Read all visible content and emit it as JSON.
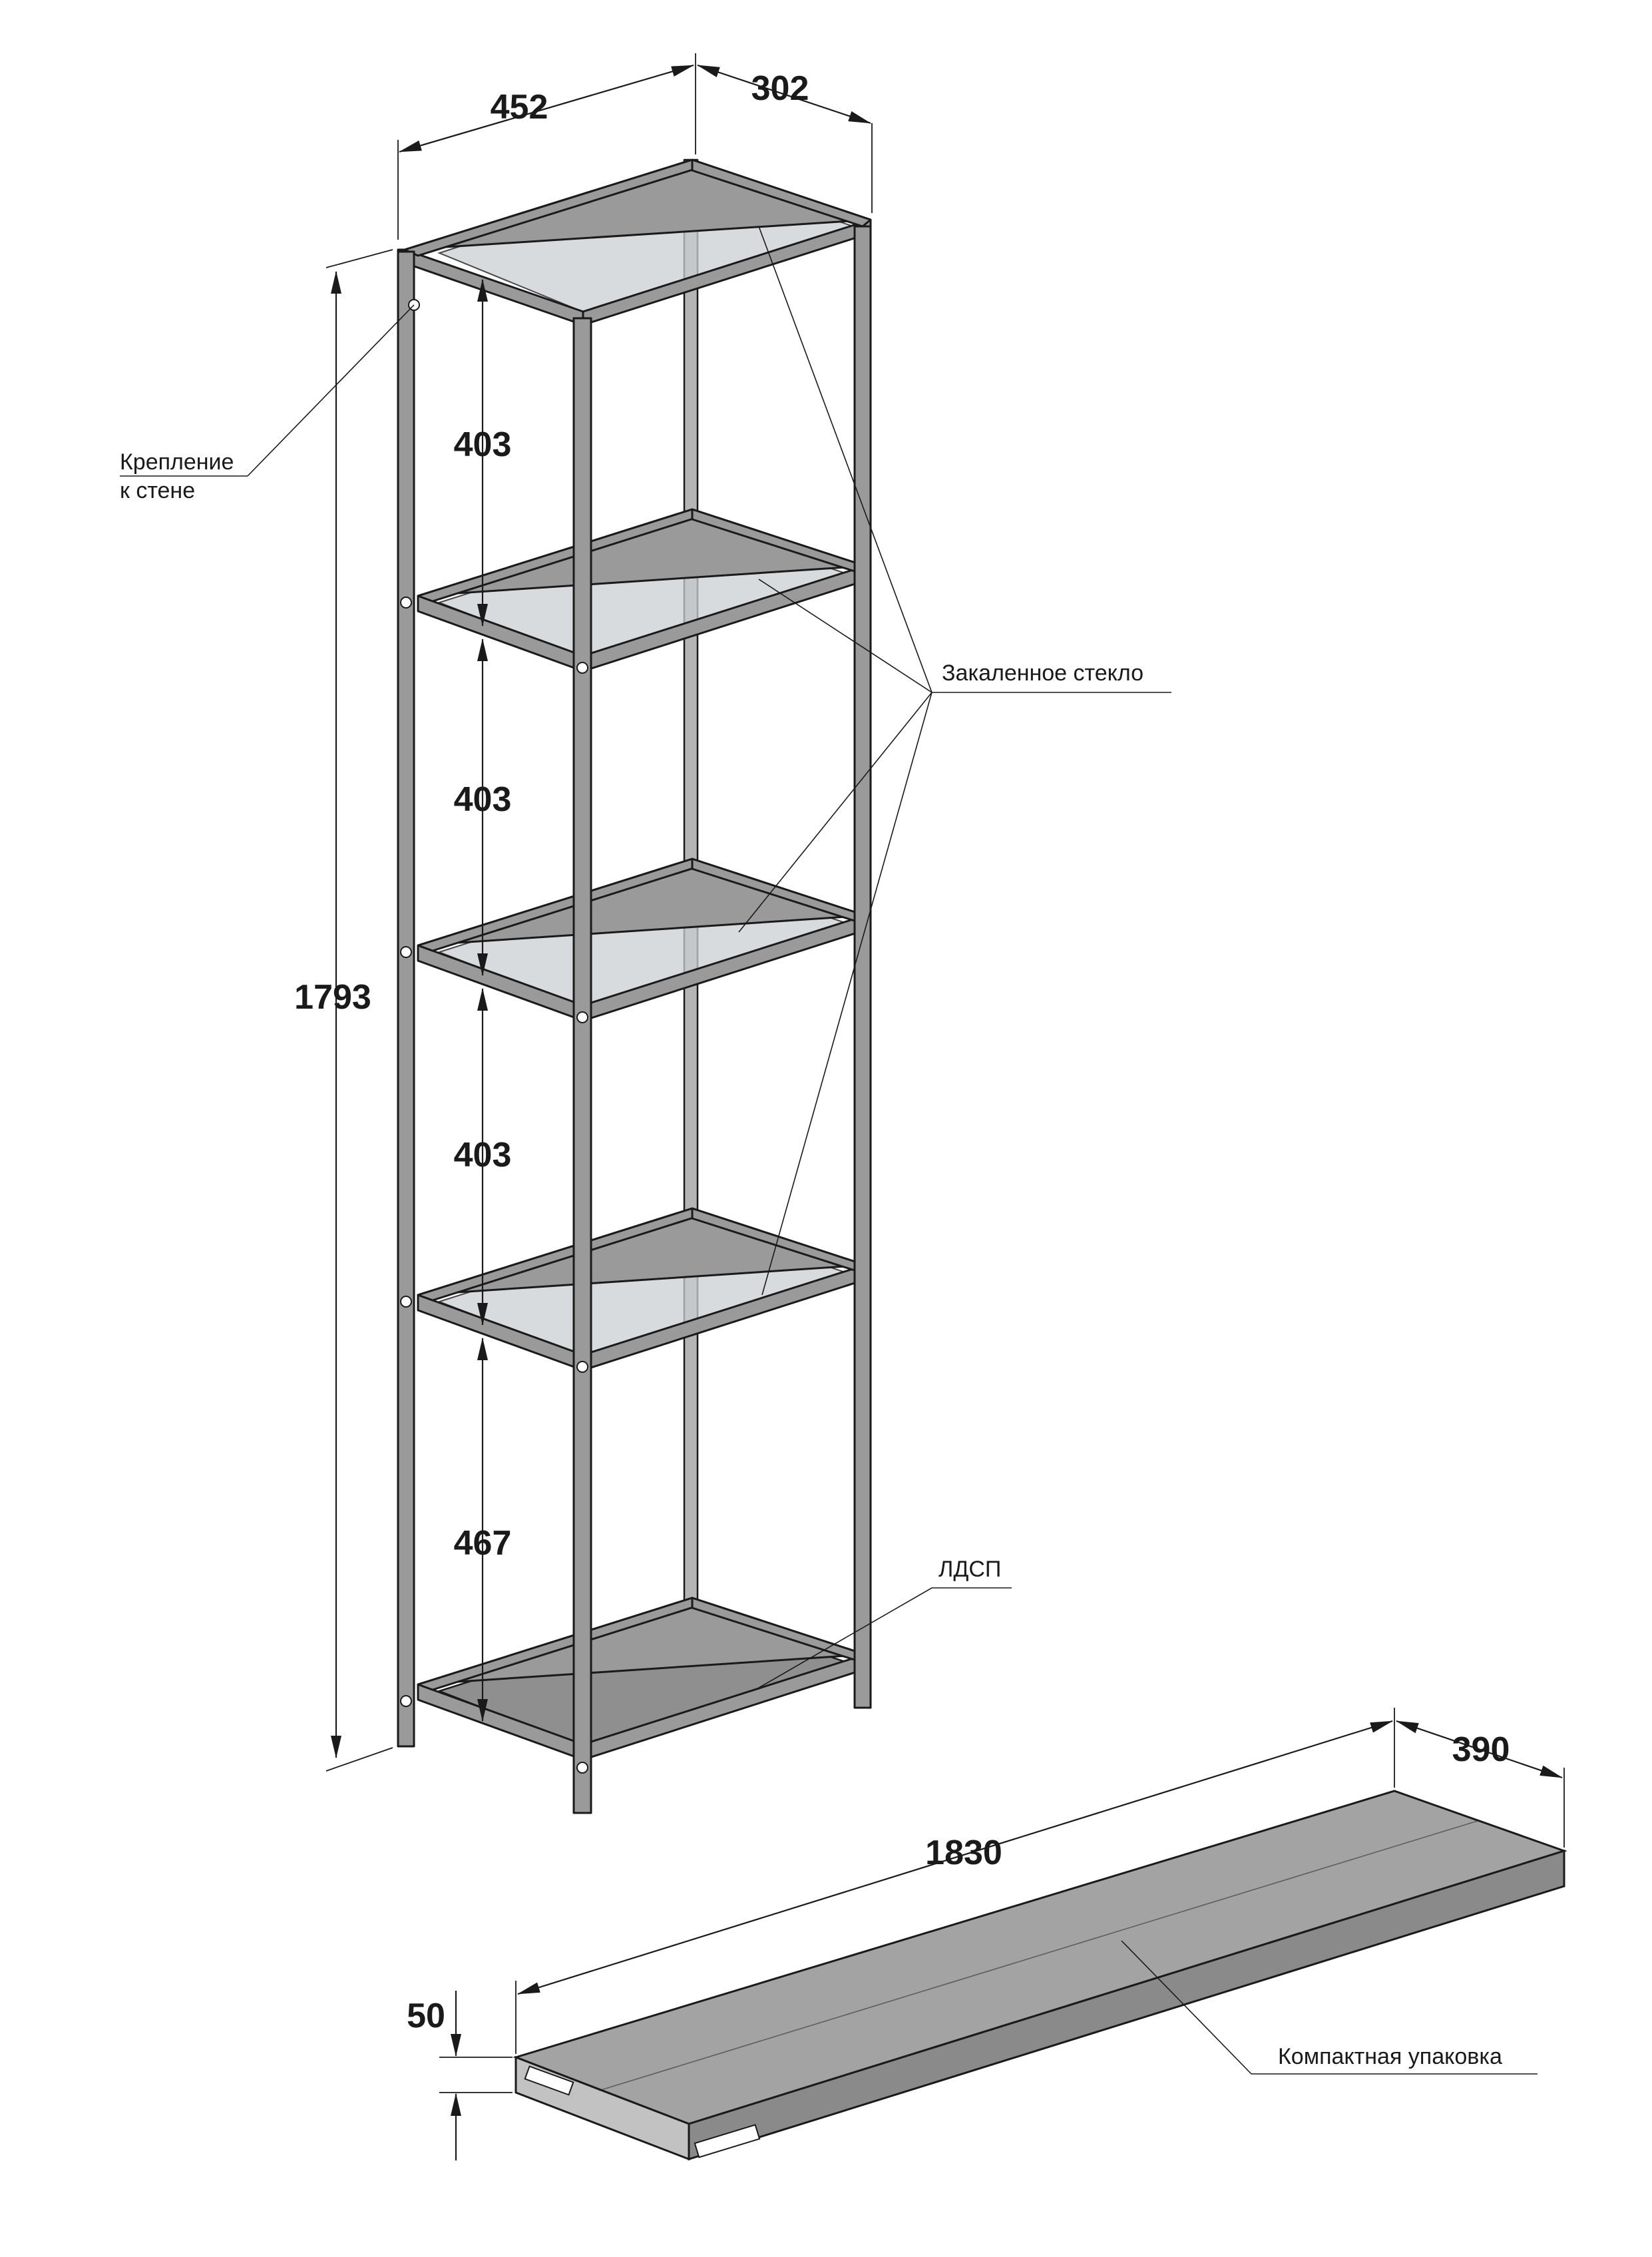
{
  "dimensions": {
    "width": "452",
    "depth": "302",
    "height": "1793",
    "gap_1": "403",
    "gap_2": "403",
    "gap_3": "403",
    "gap_4": "467",
    "pack_length": "1830",
    "pack_width": "390",
    "pack_thickness": "50"
  },
  "labels": {
    "wall_mount_line1": "Крепление",
    "wall_mount_line2": "к стене",
    "tempered_glass": "Закаленное стекло",
    "chipboard": "ЛДСП",
    "compact_pack": "Компактная упаковка"
  },
  "colors": {
    "frame": "#9a9a9a",
    "glass": "#c9cfd3",
    "board": "#8f8f8f",
    "ink": "#1a1a1a"
  }
}
